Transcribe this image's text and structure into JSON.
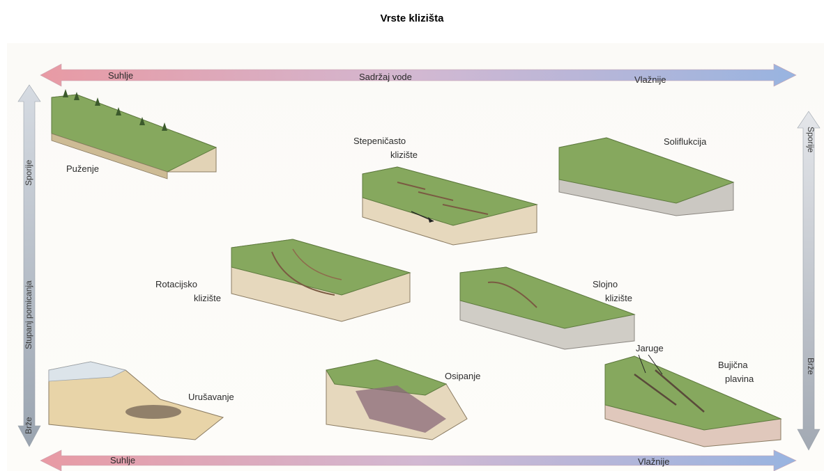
{
  "title": "Vrste klizišta",
  "axes": {
    "top": {
      "left": "Suhlje",
      "center": "Sadržaj vode",
      "right": "Vlažnije"
    },
    "bottom": {
      "left": "Suhlje",
      "right": "Vlažnije"
    },
    "left": {
      "top": "Sporije",
      "middle": "Stupanj pomicanja",
      "bottom": "Brže"
    },
    "right": {
      "top": "Sporije",
      "bottom": "Brže"
    }
  },
  "types": {
    "creep": "Puženje",
    "step": [
      "Stepeničasto",
      "klizište"
    ],
    "solifluction": "Soliflukcija",
    "rotational": [
      "Rotacijsko",
      "klizište"
    ],
    "layer": [
      "Slojno",
      "klizište"
    ],
    "collapse": "Urušavanje",
    "scree": "Osipanje",
    "gullies": "Jaruge",
    "torrent": [
      "Bujična",
      "plavina"
    ]
  },
  "colors": {
    "dry": "#e8a0a8",
    "wet": "#9db8e0",
    "grass": "#7aa05a",
    "soil": "#e3d2b0",
    "rock": "#c8c4bc"
  }
}
